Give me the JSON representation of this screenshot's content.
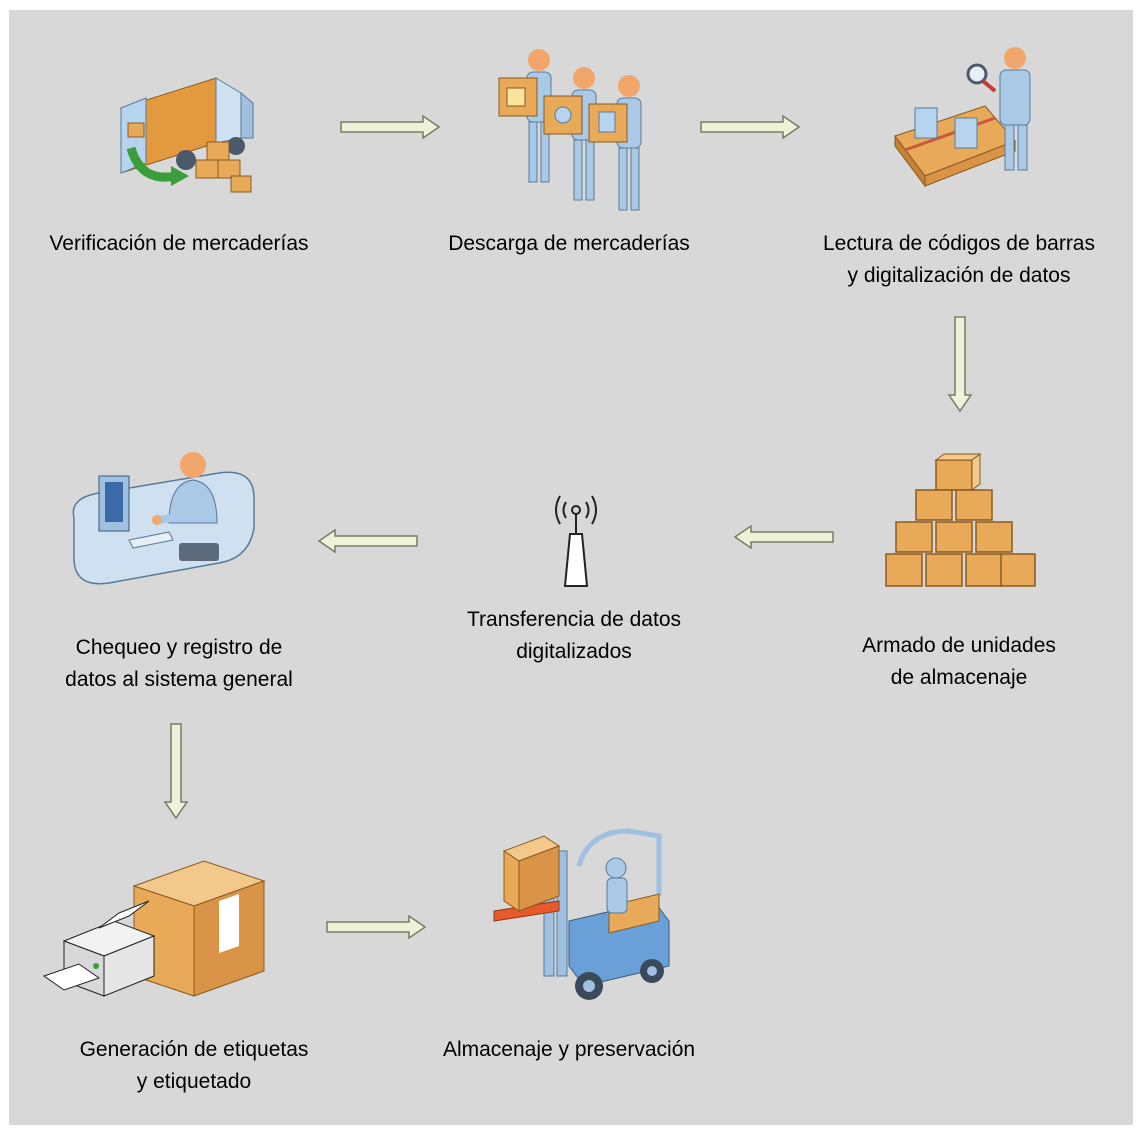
{
  "steps": {
    "s1": "Verificación de mercaderías",
    "s2": "Descarga de mercaderías",
    "s3": "Lectura de códigos de barras\ny digitalización de datos",
    "s4": "Armado de unidades\nde almacenaje",
    "s5": "Transferencia de datos\ndigitalizados",
    "s6": "Chequeo y registro de\ndatos al sistema general",
    "s7": "Generación de etiquetas\ny etiquetado",
    "s8": "Almacenaje y preservación"
  },
  "icons": {
    "s1": "delivery-truck-icon",
    "s2": "workers-carrying-boxes-icon",
    "s3": "barcode-scanning-conveyor-icon",
    "s4": "stacked-boxes-icon",
    "s5": "wireless-antenna-icon",
    "s6": "computer-workstation-icon",
    "s7": "label-printer-box-icon",
    "s8": "forklift-icon"
  },
  "colors": {
    "background": "#d8d8d8",
    "arrow_fill": "#eef2d8",
    "arrow_stroke": "#7a7a62",
    "box": "#e8a958",
    "person": "#a9c9e6",
    "head": "#f3a66c",
    "green_arrow": "#3a9e3a"
  }
}
